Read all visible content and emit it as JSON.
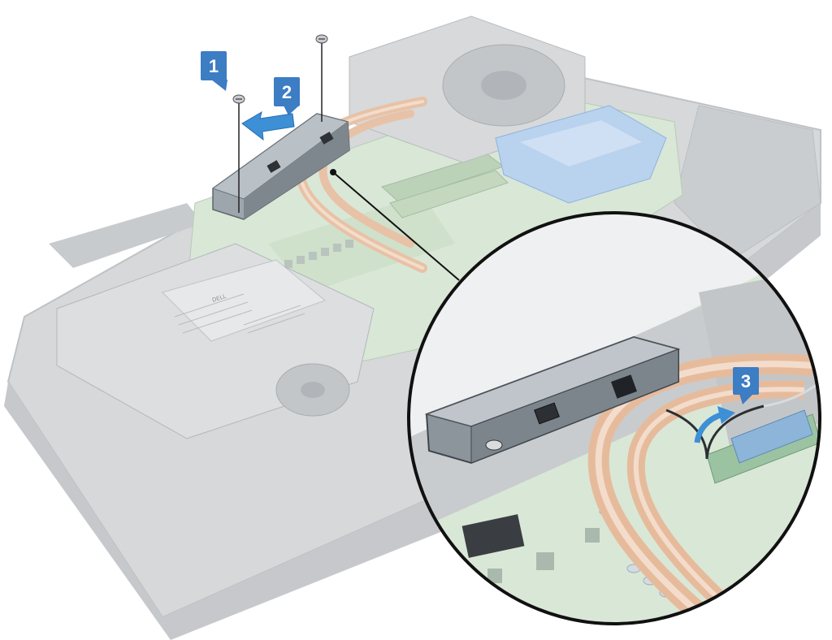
{
  "steps": [
    {
      "number": "1",
      "color": "#3c7dc4"
    },
    {
      "number": "2",
      "color": "#3c7dc4"
    },
    {
      "number": "3",
      "color": "#3c7dc4"
    }
  ],
  "colors": {
    "callout_bg": "#3c7dc4",
    "arrow": "#3d8fd6",
    "heat_pipe": "#e4b79a",
    "board": "#c9dcc6",
    "chassis": "#d3d5d7",
    "fan": "#b0b4b8",
    "drive_bay": "#a9c8ea",
    "metal_bracket": "#9aa3ab",
    "magnifier_border": "#111111"
  },
  "brand_logo": "DELL"
}
